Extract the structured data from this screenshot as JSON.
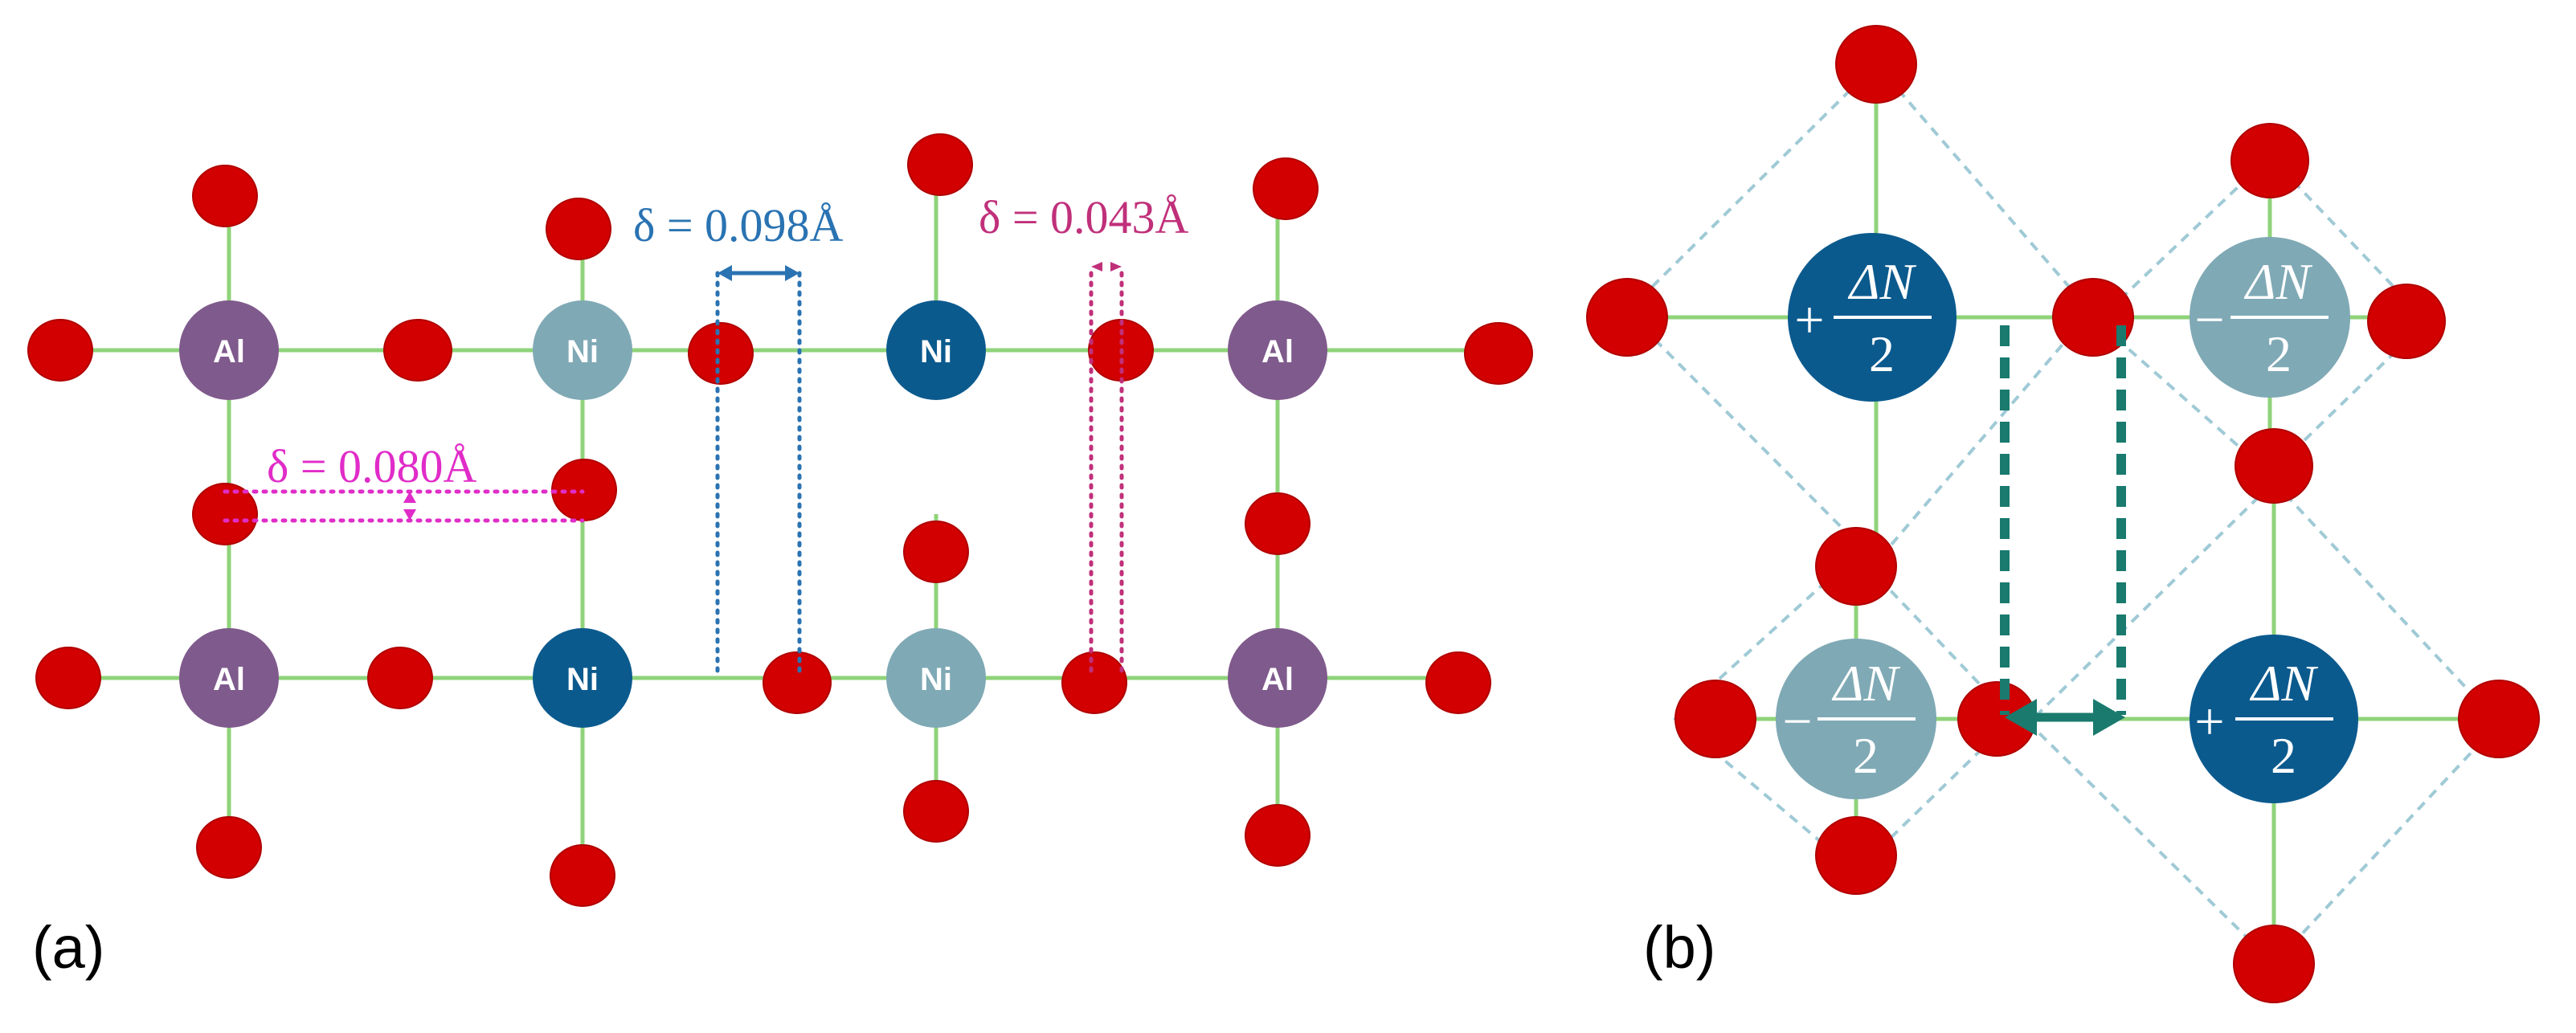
{
  "colors": {
    "oxygen": "#d20000",
    "oxygen_stroke": "#b00000",
    "al": "#7f5a8c",
    "ni_light": "#7fa9b5",
    "ni_dark": "#0b5a8e",
    "bond": "#8fd37a",
    "delta_blue": "#2a73b2",
    "delta_magenta": "#e02cc8",
    "delta_crimson": "#c0307a",
    "diamond": "#9fcad6",
    "arrow_teal": "#1a7a6e"
  },
  "panel_a": {
    "label": "(a)",
    "top_row": [
      "Al",
      "Ni",
      "Ni",
      "Al"
    ],
    "bottom_row": [
      "Al",
      "Ni",
      "Ni",
      "Al"
    ],
    "shades_top": [
      "al",
      "ni_light",
      "ni_dark",
      "al"
    ],
    "shades_bottom": [
      "al",
      "ni_dark",
      "ni_light",
      "al"
    ],
    "annotations": [
      {
        "text": "δ = 0.098Å",
        "color": "delta_blue"
      },
      {
        "text": "δ = 0.043Å",
        "color": "delta_crimson"
      },
      {
        "text": "δ = 0.080Å",
        "color": "delta_magenta"
      }
    ]
  },
  "panel_b": {
    "label": "(b)",
    "sites": [
      {
        "sign": "+",
        "numerator": "ΔN",
        "denominator": "2",
        "shade": "ni_dark"
      },
      {
        "sign": "−",
        "numerator": "ΔN",
        "denominator": "2",
        "shade": "ni_light"
      },
      {
        "sign": "−",
        "numerator": "ΔN",
        "denominator": "2",
        "shade": "ni_light"
      },
      {
        "sign": "+",
        "numerator": "ΔN",
        "denominator": "2",
        "shade": "ni_dark"
      }
    ]
  }
}
